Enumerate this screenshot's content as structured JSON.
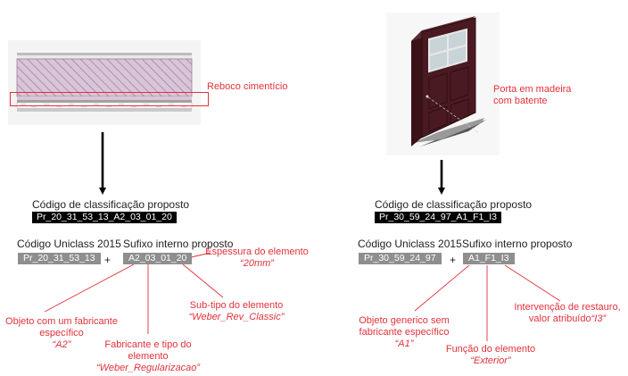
{
  "left": {
    "image_label": "Reboco cimentício",
    "heading": "Código de classificação proposto",
    "full_code": "Pr_20_31_53_13_A2_03_01_20",
    "uniclass_title": "Código Uniclass 2015",
    "suffix_title": "Sufixo interno proposto",
    "uniclass_code": "Pr_20_31_53_13",
    "plus": "+",
    "suffix_code": "A2_03_01_20",
    "thickness": {
      "line1": "Espessura do elemento",
      "value": "“20mm”"
    },
    "subtype": {
      "line1": "Sub-tipo do elemento",
      "value": "“Weber_Rev_Classic”"
    },
    "object": {
      "line1": "Objeto com um fabricante",
      "line2": "específico",
      "value": "“A2”"
    },
    "manufacturer": {
      "line1": "Fabricante e tipo do",
      "line2": "elemento",
      "value": "“Weber_Regularizacao”"
    }
  },
  "right": {
    "image_label_line1": "Porta em madeira",
    "image_label_line2": "com batente",
    "heading": "Código de classificação proposto",
    "full_code": "Pr_30_59_24_97_A1_F1_I3",
    "uniclass_title": "Código Uniclass 2015",
    "suffix_title": "Sufixo interno proposto",
    "uniclass_code": "Pr_30_59_24_97",
    "plus": "+",
    "suffix_code": "A1_F1_I3",
    "object": {
      "line1": "Objeto generico sem",
      "line2": "fabricante específico",
      "value": "“A1”"
    },
    "function": {
      "line1": "Função do elemento",
      "value": "“Exterior”"
    },
    "intervention": {
      "line1": "Intervenção de restauro,",
      "line2": "valor atribuído",
      "value": "“I3”"
    }
  },
  "colors": {
    "annotation": "#e0323a",
    "wall_hatch": "#b795b5",
    "door": "#4a1a22",
    "code_black": "#000000",
    "code_grey": "#8e8e8e"
  }
}
